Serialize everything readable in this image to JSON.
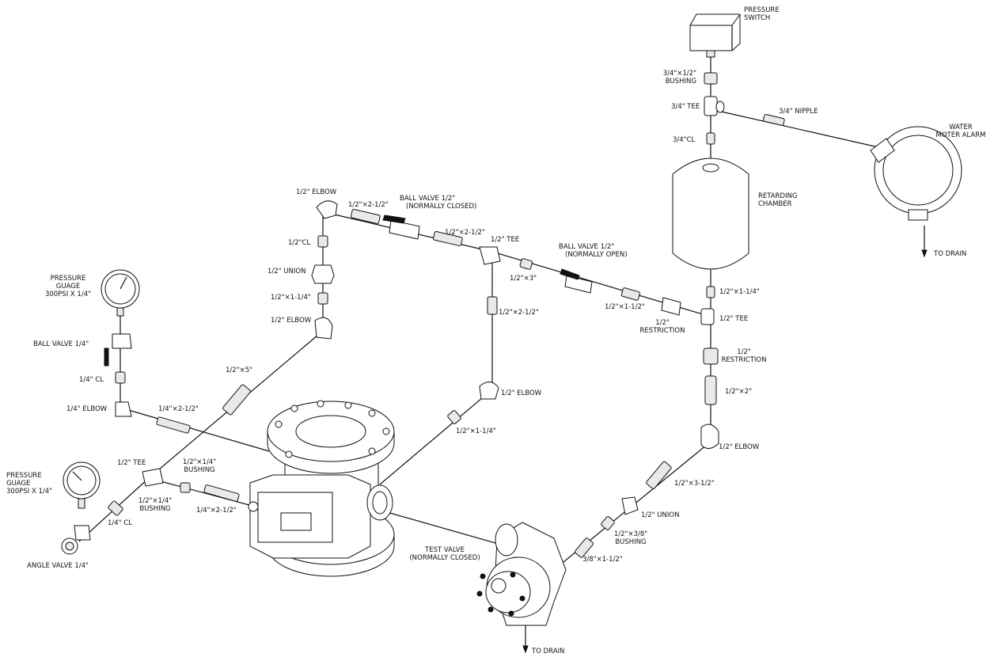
{
  "labels": {
    "pressure_switch": [
      "PRESSURE",
      "SWITCH"
    ],
    "bushing_3_4x1_2": [
      "3/4\"×1/2\"",
      "BUSHING"
    ],
    "tee_3_4": "3/4\" TEE",
    "nipple_3_4": "3/4\" NIPPLE",
    "cl_3_4": "3/4\"CL",
    "water_motor_alarm": [
      "WATER",
      "MOTER ALARM"
    ],
    "retarding_chamber": [
      "RETARDING",
      "CHAMBER"
    ],
    "to_drain_alarm": "TO DRAIN",
    "elbow_1_2_top": "1/2\" ELBOW",
    "nipple_1_2x2_1_2_a": "1/2\"×2-1/2\"",
    "ball_valve_closed": [
      "BALL VALVE 1/2\"",
      "(NORMALLY CLOSED)"
    ],
    "nipple_1_2x2_1_2_b": "1/2\"×2-1/2\"",
    "tee_1_2_top": "1/2\" TEE",
    "cl_1_2": "1/2\"CL",
    "union_1_2_top": "1/2\" UNION",
    "nipple_1_2x1_1_4_a": "1/2\"×1-1/4\"",
    "elbow_1_2_left": "1/2\" ELBOW",
    "ball_valve_open": [
      "BALL VALVE 1/2\"",
      "(NORMALLY OPEN)"
    ],
    "nipple_1_2x3": "1/2\"×3\"",
    "nipple_1_2x1_1_2": "1/2\"×1-1/2\"",
    "restriction_1": [
      "1/2\"",
      "RESTRICTION"
    ],
    "nipple_1_2x1_1_4_b": "1/2\"×1-1/4\"",
    "tee_1_2_right": "1/2\" TEE",
    "restriction_2": [
      "1/2\"",
      "RESTRICTION"
    ],
    "nipple_1_2x2": "1/2\"×2\"",
    "elbow_1_2_right": "1/2\" ELBOW",
    "nipple_1_2x2_1_2_c": "1/2\"×2-1/2\"",
    "elbow_1_2_mid": "1/2\" ELBOW",
    "nipple_1_2x1_1_4_c": "1/2\"×1-1/4\"",
    "nipple_1_2x3_1_2": "1/2\"×3-1/2\"",
    "union_1_2_low": "1/2\" UNION",
    "bushing_1_2x3_8": [
      "1/2\"×3/8\"",
      "BUSHING"
    ],
    "nipple_3_8x1_1_2": "3/8\"×1-1/2\"",
    "test_valve": [
      "TEST VALVE",
      "(NORMALLY CLOSED)"
    ],
    "to_drain_main": "TO DRAIN",
    "pressure_gauge_top": [
      "PRESSURE",
      "GUAGE",
      "300PSI X 1/4\""
    ],
    "ball_valve_1_4": "BALL VALVE 1/4\"",
    "cl_1_4_top": "1/4\" CL",
    "elbow_1_4": "1/4\" ELBOW",
    "nipple_1_4x2_1_2_a": "1/4\"×2-1/2\"",
    "nipple_1_2x5": "1/2\"×5\"",
    "tee_1_2_low": "1/2\" TEE",
    "bushing_1_2x1_4_a": [
      "1/2\"×1/4\"",
      "BUSHING"
    ],
    "bushing_1_2x1_4_b": [
      "1/2\"×1/4\"",
      "BUSHING"
    ],
    "nipple_1_4x2_1_2_b": "1/4\"×2-1/2\"",
    "pressure_gauge_low": [
      "PRESSURE",
      "GUAGE",
      "300PSI X 1/4\""
    ],
    "cl_1_4_low": "1/4\" CL",
    "angle_valve": "ANGLE VALVE 1/4\""
  }
}
